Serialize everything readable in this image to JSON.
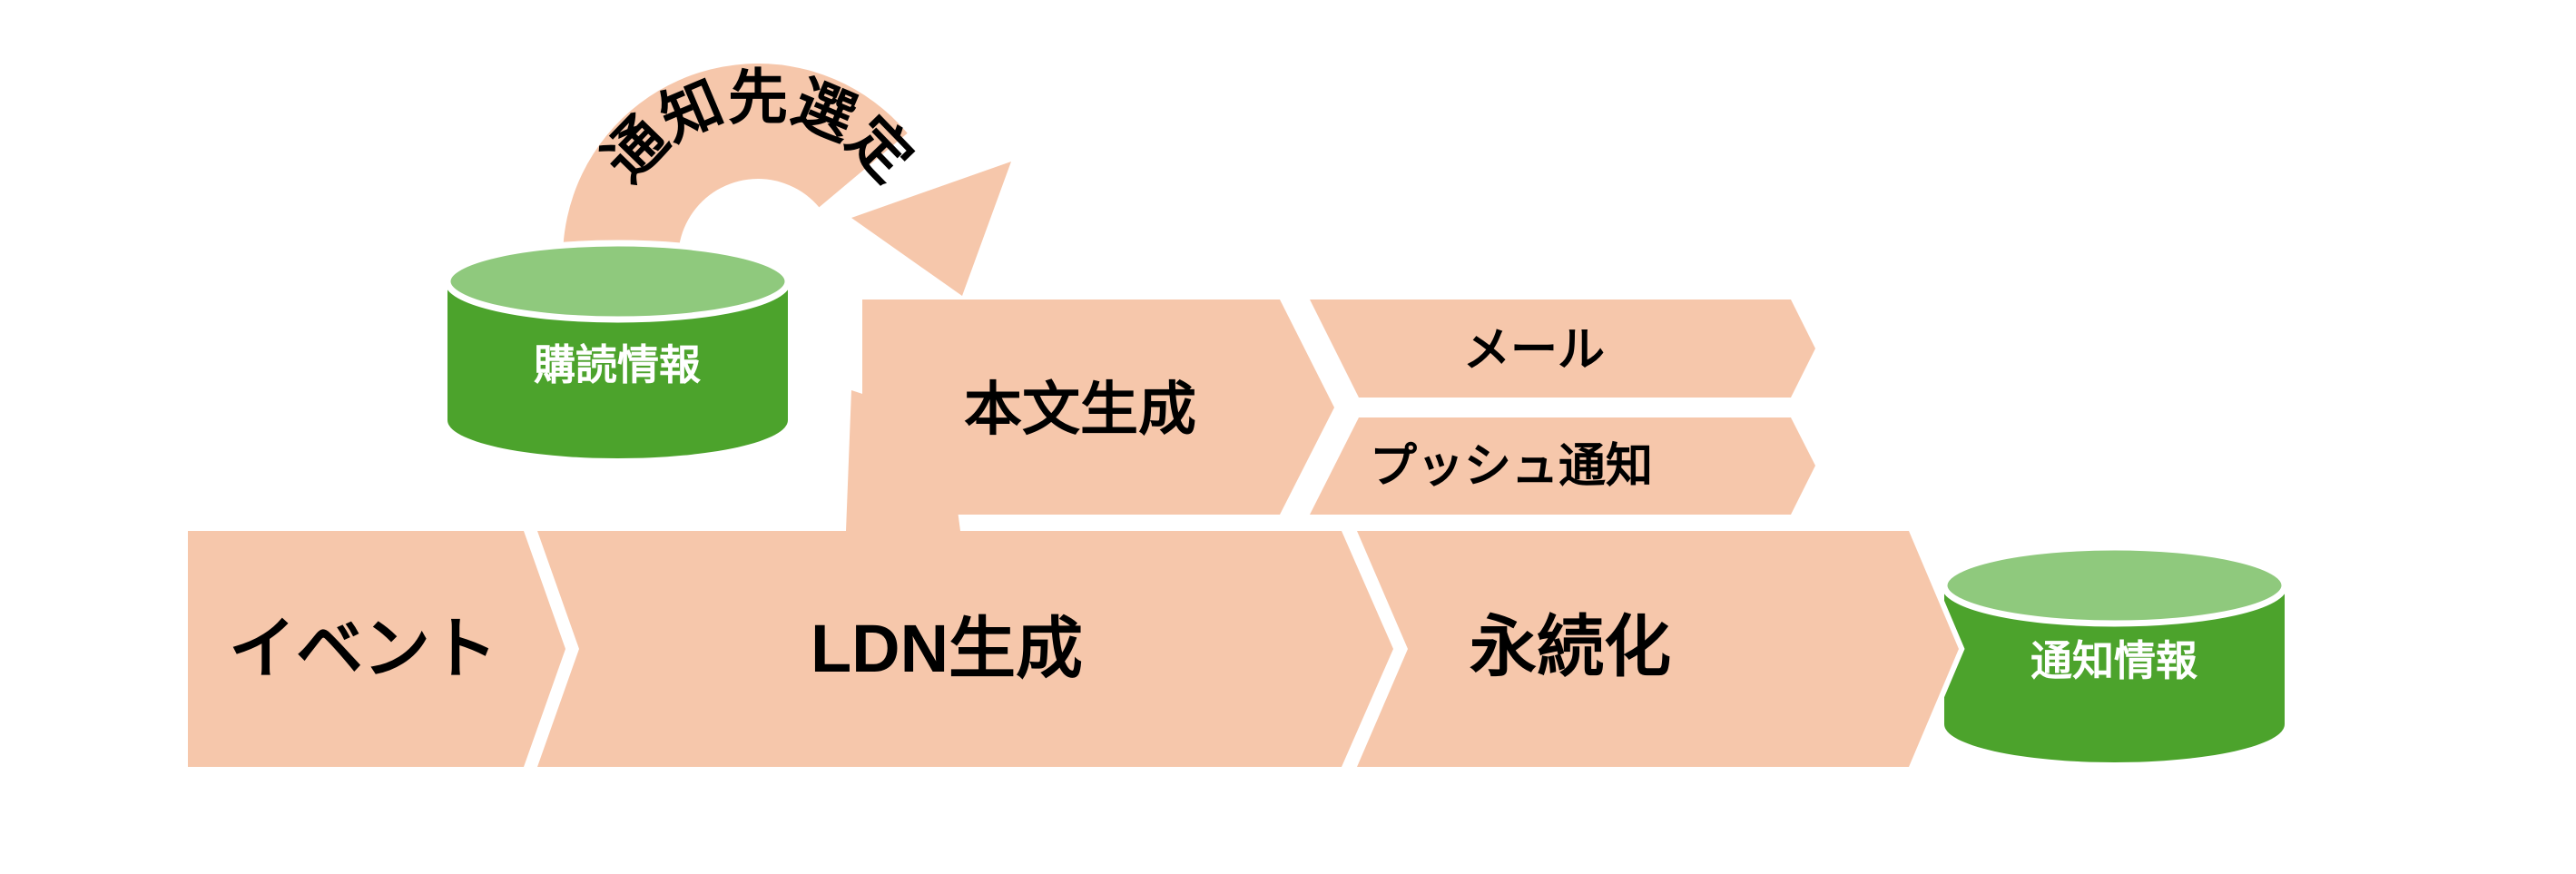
{
  "diagram": {
    "title_none": "",
    "cycle": {
      "label": "通知先選定"
    },
    "branch": {
      "label": "本文生成"
    },
    "channels": [
      {
        "label": "メール"
      },
      {
        "label": "プッシュ通知"
      }
    ],
    "pipeline": [
      {
        "label": "イベント"
      },
      {
        "label": "LDN生成"
      },
      {
        "label": "永続化"
      }
    ],
    "datastores": [
      {
        "label": "購読情報"
      },
      {
        "label": "通知情報"
      }
    ],
    "colors": {
      "process_fill": "#F6C7AB",
      "datastore_body": "#4CA32C",
      "datastore_top": "#8FC97D",
      "outline": "#FFFFFF",
      "process_text": "#000000",
      "datastore_text": "#FFFFFF"
    }
  }
}
